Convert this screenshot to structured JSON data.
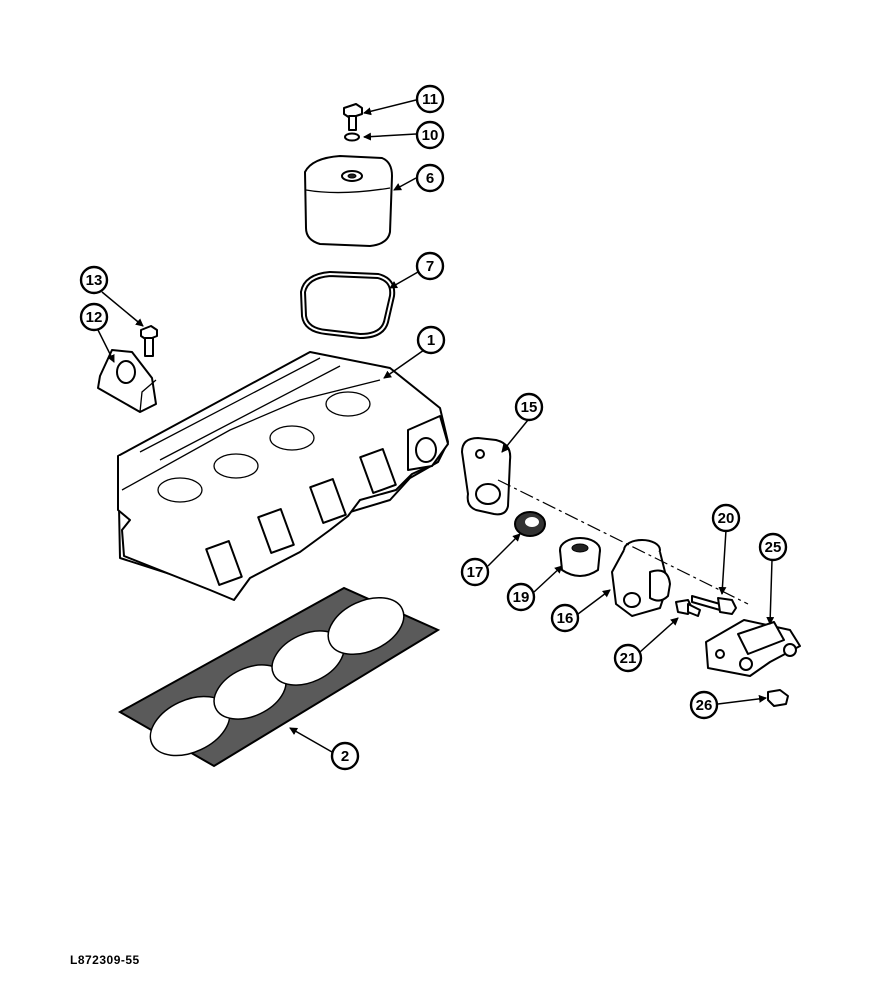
{
  "drawing_code": "L872309-55",
  "callouts": [
    {
      "id": "11",
      "text": "11"
    },
    {
      "id": "10",
      "text": "10"
    },
    {
      "id": "6",
      "text": "6"
    },
    {
      "id": "7",
      "text": "7"
    },
    {
      "id": "13",
      "text": "13"
    },
    {
      "id": "12",
      "text": "12"
    },
    {
      "id": "1",
      "text": "1"
    },
    {
      "id": "15",
      "text": "15"
    },
    {
      "id": "20",
      "text": "20"
    },
    {
      "id": "25",
      "text": "25"
    },
    {
      "id": "17",
      "text": "17"
    },
    {
      "id": "19",
      "text": "19"
    },
    {
      "id": "16",
      "text": "16"
    },
    {
      "id": "21",
      "text": "21"
    },
    {
      "id": "26",
      "text": "26"
    },
    {
      "id": "2",
      "text": "2"
    }
  ]
}
